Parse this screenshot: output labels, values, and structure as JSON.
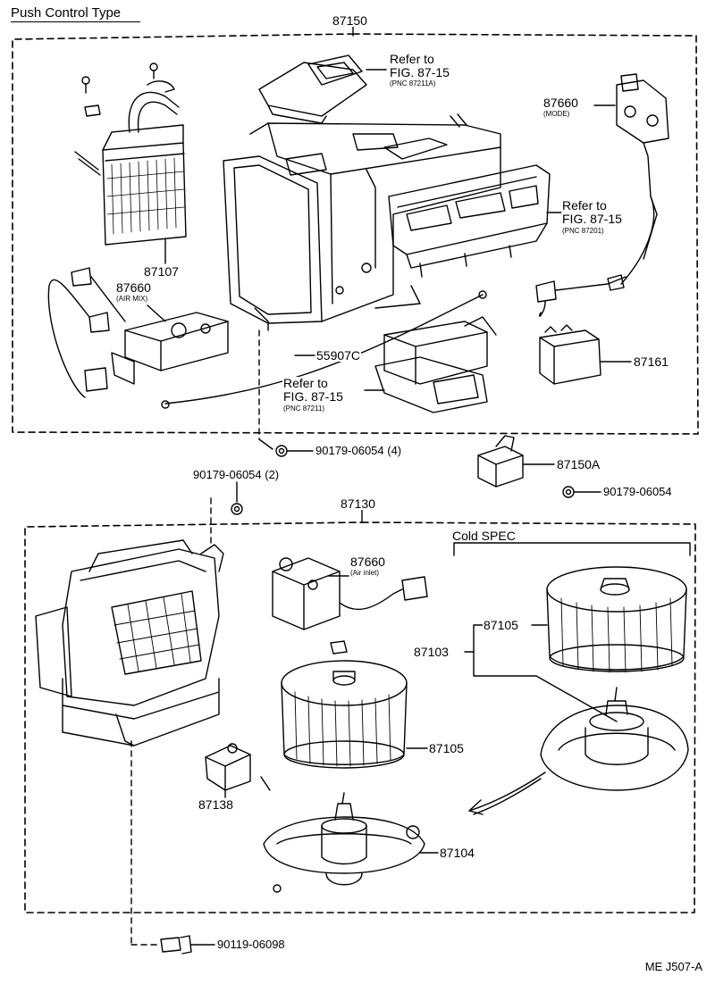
{
  "header": {
    "title": "Push Control Type"
  },
  "footer": {
    "code": "ME J507-A"
  },
  "upper_group": {
    "assembly": "87150",
    "refer_top": {
      "line1": "Refer to",
      "line2": "FIG. 87-15",
      "pnc": "(PNC 87211A)"
    },
    "mode_actuator": {
      "part": "87660",
      "note": "(MODE)"
    },
    "refer_right": {
      "line1": "Refer to",
      "line2": "FIG. 87-15",
      "pnc": "(PNC 87201)"
    },
    "heater_core": "87107",
    "airmix_actuator": {
      "part": "87660",
      "note": "(AIR MIX)"
    },
    "cable": "55907C",
    "refer_bottom": {
      "line1": "Refer to",
      "line2": "FIG. 87-15",
      "pnc": "(PNC 87211)"
    },
    "amplifier": "87161"
  },
  "middle": {
    "screw_4": "90179-06054 (4)",
    "screw_2": "90179-06054 (2)",
    "resistor_a": "87150A",
    "screw_1": "90179-06054"
  },
  "lower_group": {
    "assembly": "87130",
    "cold_spec": "Cold SPEC",
    "air_inlet_actuator": {
      "part": "87660",
      "note": "(Air inlet)"
    },
    "fan_cold": "87105",
    "motor_cold": "87103",
    "fan": "87105",
    "resistor": "87138",
    "motor": "87104",
    "bolt": "90119-06098"
  }
}
